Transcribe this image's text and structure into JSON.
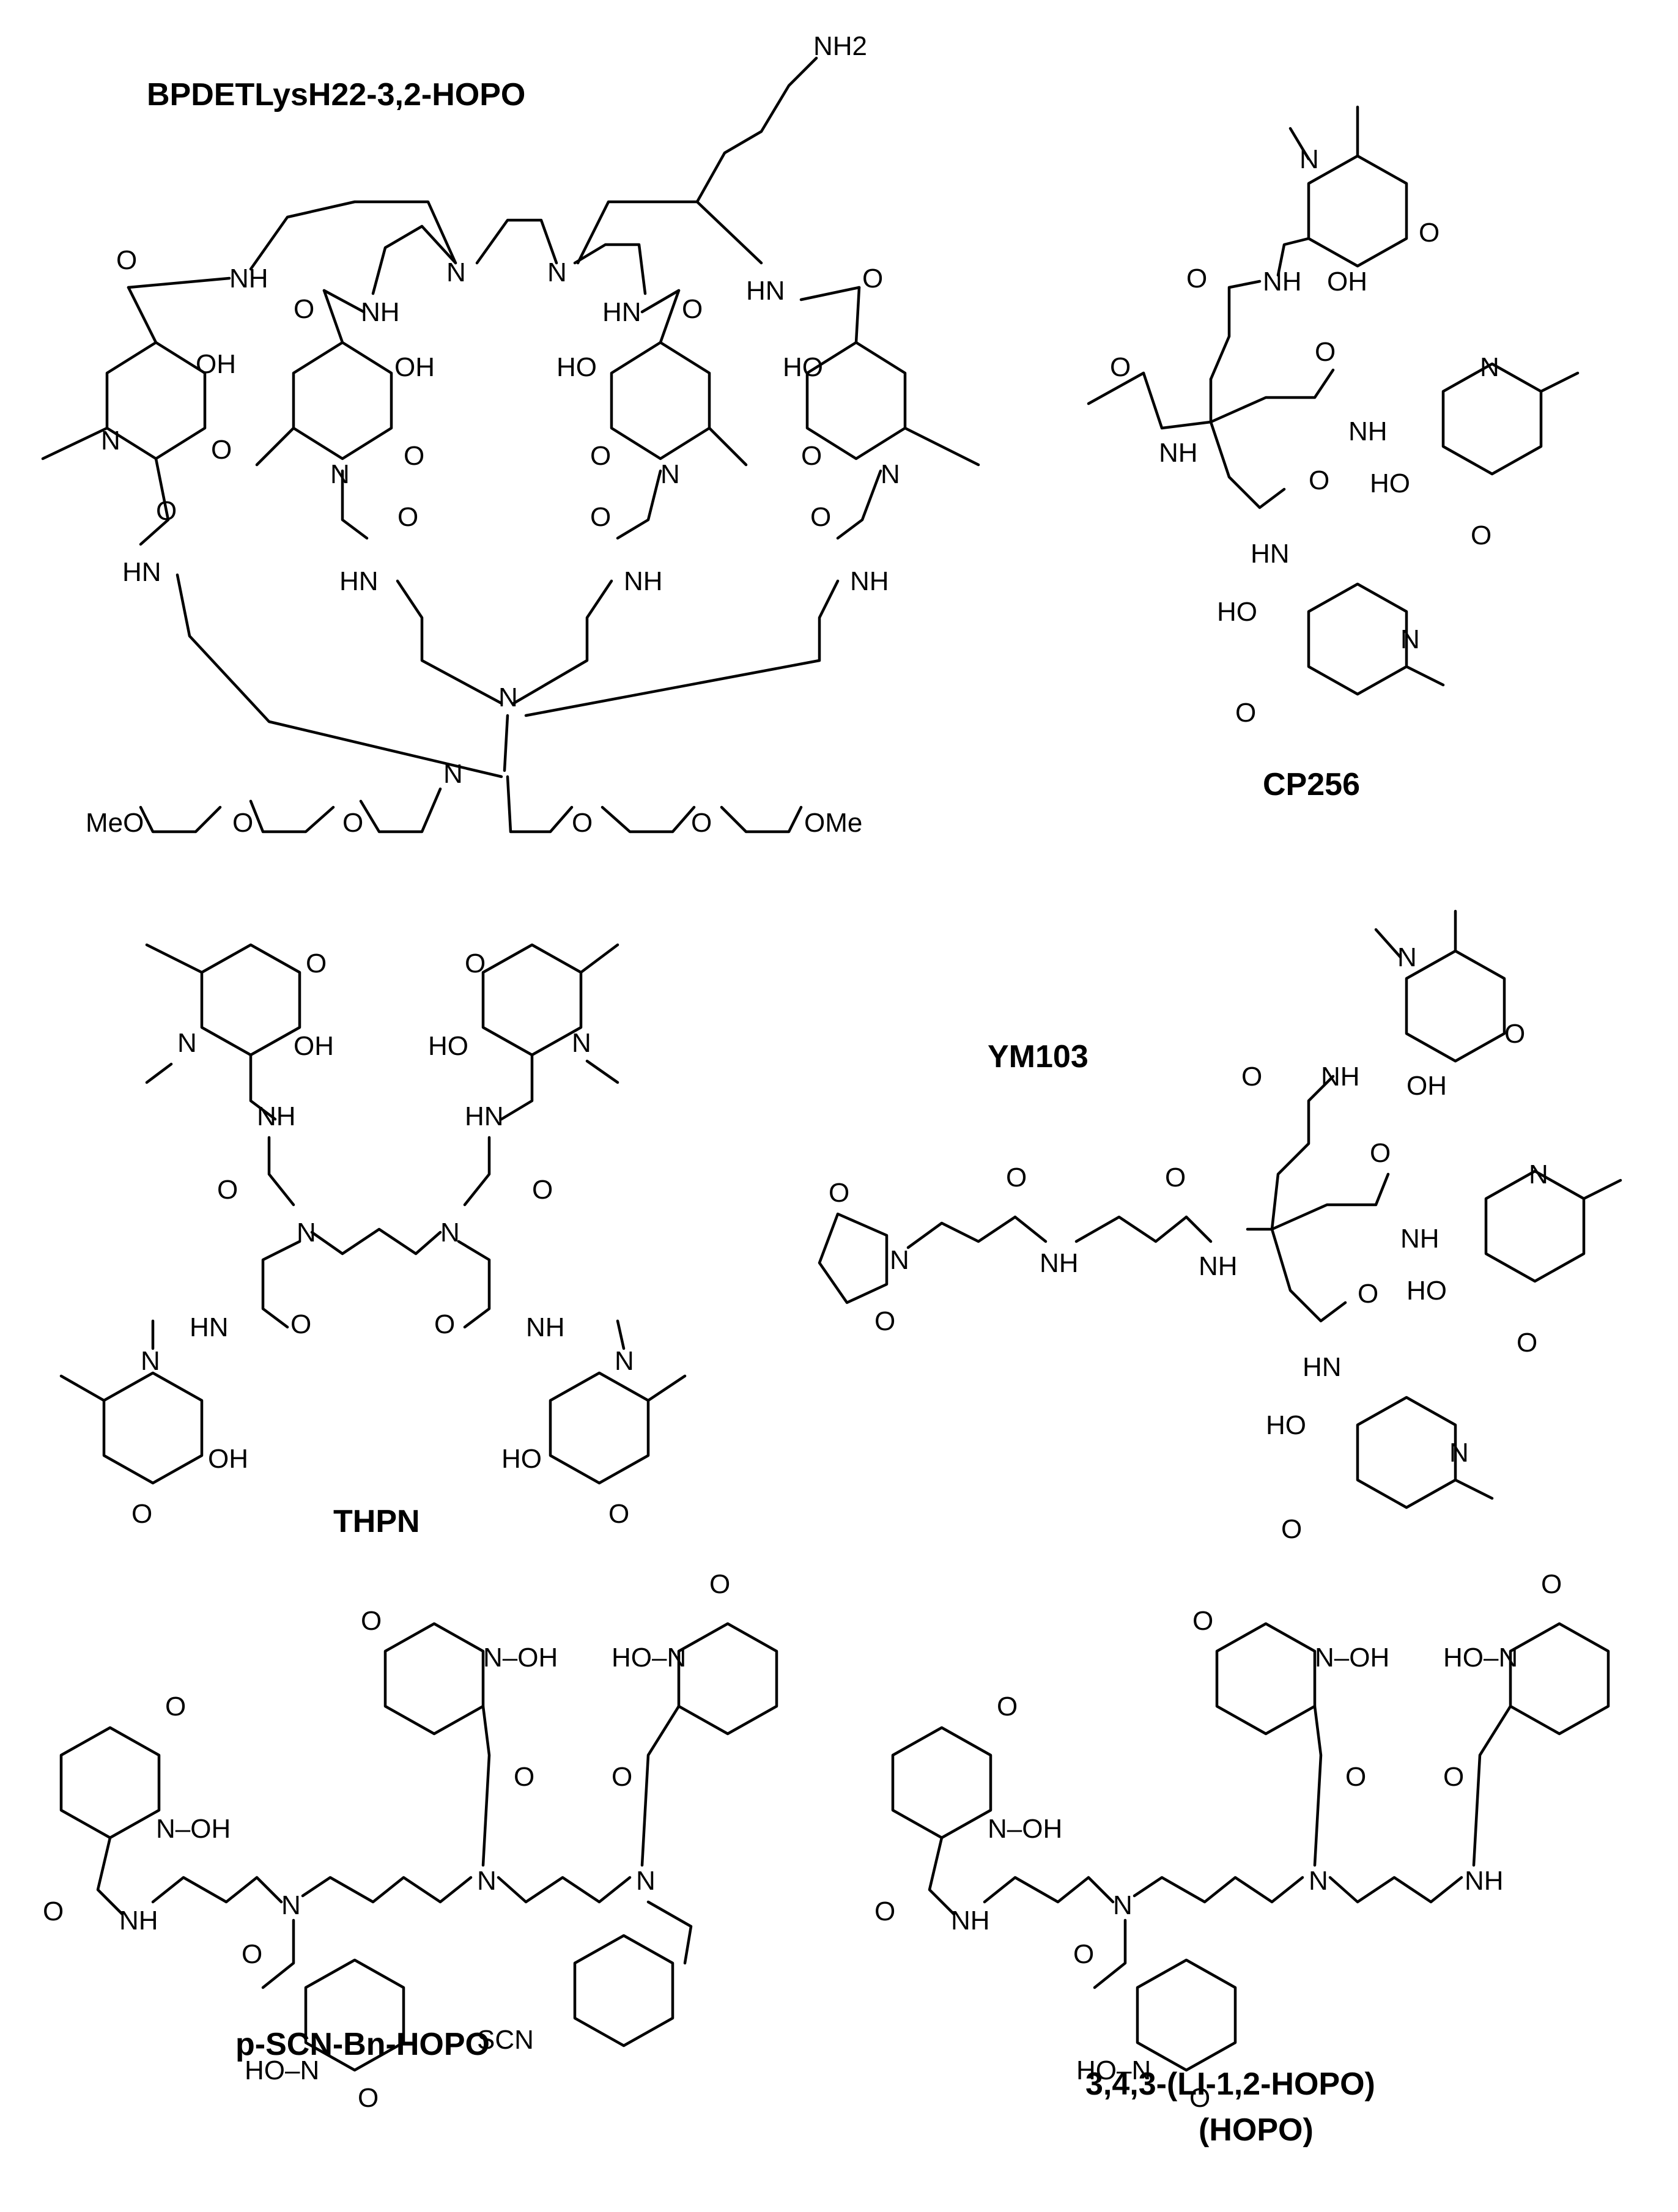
{
  "captions": {
    "bpdet": "BPDETLysH22-3,2-HOPO",
    "cp256": "CP256",
    "thpn": "THPN",
    "ym103": "YM103",
    "pscn": "p-SCN-Bn-HOPO",
    "hopo_line1": "3,4,3-(LI-1,2-HOPO)",
    "hopo_line2": "(HOPO)"
  },
  "atoms": {
    "NH2": "NH2",
    "NH": "NH",
    "HN": "HN",
    "N": "N",
    "O": "O",
    "OH": "OH",
    "HO": "HO",
    "MeO": "MeO",
    "OMe": "OMe",
    "SCN": "SCN",
    "N_OH": "N–OH",
    "HO_N": "HO–N"
  }
}
